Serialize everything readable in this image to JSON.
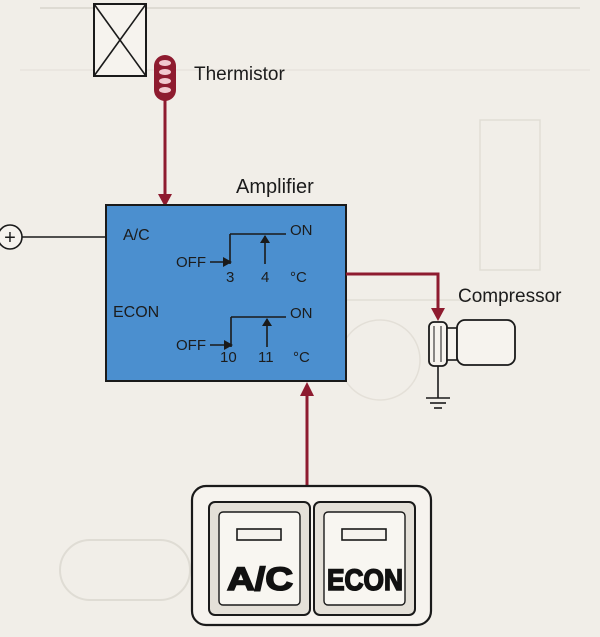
{
  "labels": {
    "thermistor": "Thermistor",
    "amplifier": "Amplifier",
    "compressor": "Compressor"
  },
  "amplifier_box": {
    "ac_label": "A/C",
    "econ_label": "ECON",
    "ac_row": {
      "on": "ON",
      "off": "OFF",
      "low": "3",
      "high": "4",
      "unit": "°C"
    },
    "econ_row": {
      "on": "ON",
      "off": "OFF",
      "low": "10",
      "high": "11",
      "unit": "°C"
    }
  },
  "power_symbol": "+",
  "switch_panel": {
    "ac_button": "A/C",
    "econ_button": "ECON"
  },
  "colors": {
    "amplifier_fill": "#4b8fcf",
    "wire_red": "#8e1b2f",
    "outline": "#1a1a1a",
    "background": "#f1eee8"
  }
}
